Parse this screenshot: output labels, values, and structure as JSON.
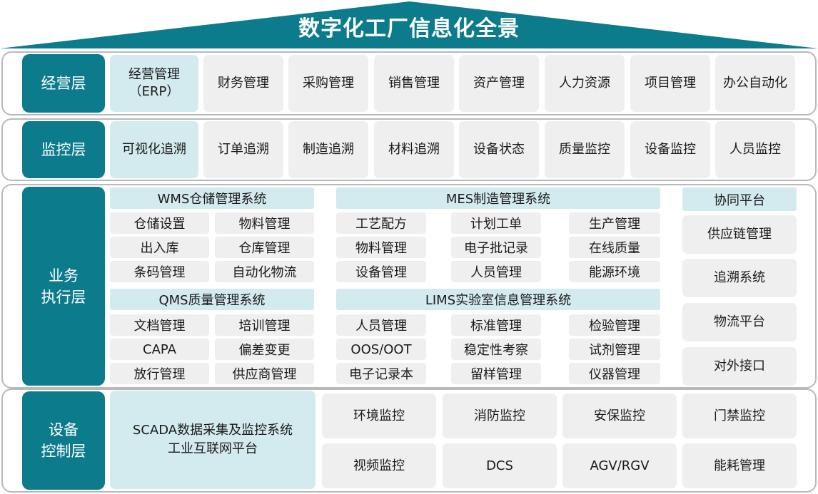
{
  "title": "数字化工厂信息化全景",
  "colors": {
    "primary": "#0c7b8c",
    "highlight": "#d3eaee",
    "cell": "#efefef"
  },
  "layers": {
    "business": {
      "label": "经营层",
      "items": [
        "经营管理\n（ERP）",
        "财务管理",
        "采购管理",
        "销售管理",
        "资产管理",
        "人力资源",
        "项目管理",
        "办公自动化"
      ]
    },
    "monitor": {
      "label": "监控层",
      "items": [
        "可视化追溯",
        "订单追溯",
        "制造追溯",
        "材料追溯",
        "设备状态",
        "质量监控",
        "设备监控",
        "人员监控"
      ]
    },
    "execution": {
      "label": "业务\n执行层",
      "wms": {
        "title": "WMS仓储管理系统",
        "items": [
          "仓储设置",
          "物料管理",
          "出入库",
          "仓库管理",
          "条码管理",
          "自动化物流"
        ]
      },
      "qms": {
        "title": "QMS质量管理系统",
        "items": [
          "文档管理",
          "培训管理",
          "CAPA",
          "偏差变更",
          "放行管理",
          "供应商管理"
        ]
      },
      "mes": {
        "title": "MES制造管理系统",
        "items": [
          "工艺配方",
          "计划工单",
          "生产管理",
          "物料管理",
          "电子批记录",
          "在线质量",
          "设备管理",
          "人员管理",
          "能源环境"
        ]
      },
      "lims": {
        "title": "LIMS实验室信息管理系统",
        "items": [
          "人员管理",
          "标准管理",
          "检验管理",
          "OOS/OOT",
          "稳定性考察",
          "试剂管理",
          "电子记录本",
          "留样管理",
          "仪器管理"
        ]
      },
      "collab": {
        "title": "协同平台",
        "items": [
          "供应链管理",
          "追溯系统",
          "物流平台",
          "对外接口"
        ]
      }
    },
    "device": {
      "label": "设备\n控制层",
      "main": "SCADA数据采集及监控系统\n工业互联网平台",
      "items": [
        "环境监控",
        "消防监控",
        "安保监控",
        "门禁监控",
        "视频监控",
        "DCS",
        "AGV/RGV",
        "能耗管理"
      ]
    }
  }
}
